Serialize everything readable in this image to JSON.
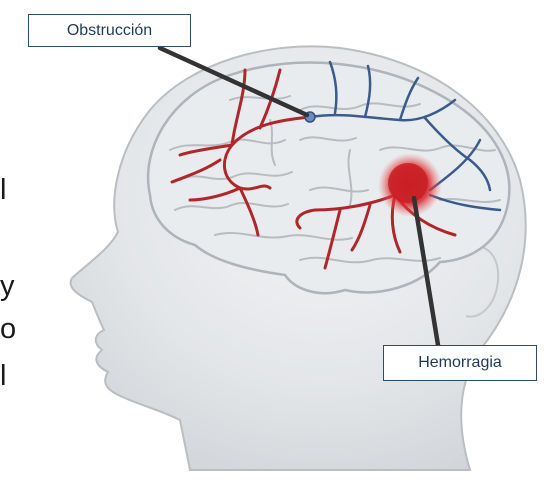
{
  "labels": {
    "obstruction": "Obstrucción",
    "hemorrhage": "Hemorragia"
  },
  "side_text_fragments": [
    "l",
    "y",
    "o",
    "l"
  ],
  "colors": {
    "callout_border": "#2f4b6b",
    "callout_text": "#1f3a5a",
    "artery": "#b0272b",
    "vein": "#3b5b8c",
    "hemorrhage": "#d8262b",
    "leader_line": "#333333",
    "head_fill": "#e4e7ea",
    "head_outline": "#b9bec3"
  }
}
